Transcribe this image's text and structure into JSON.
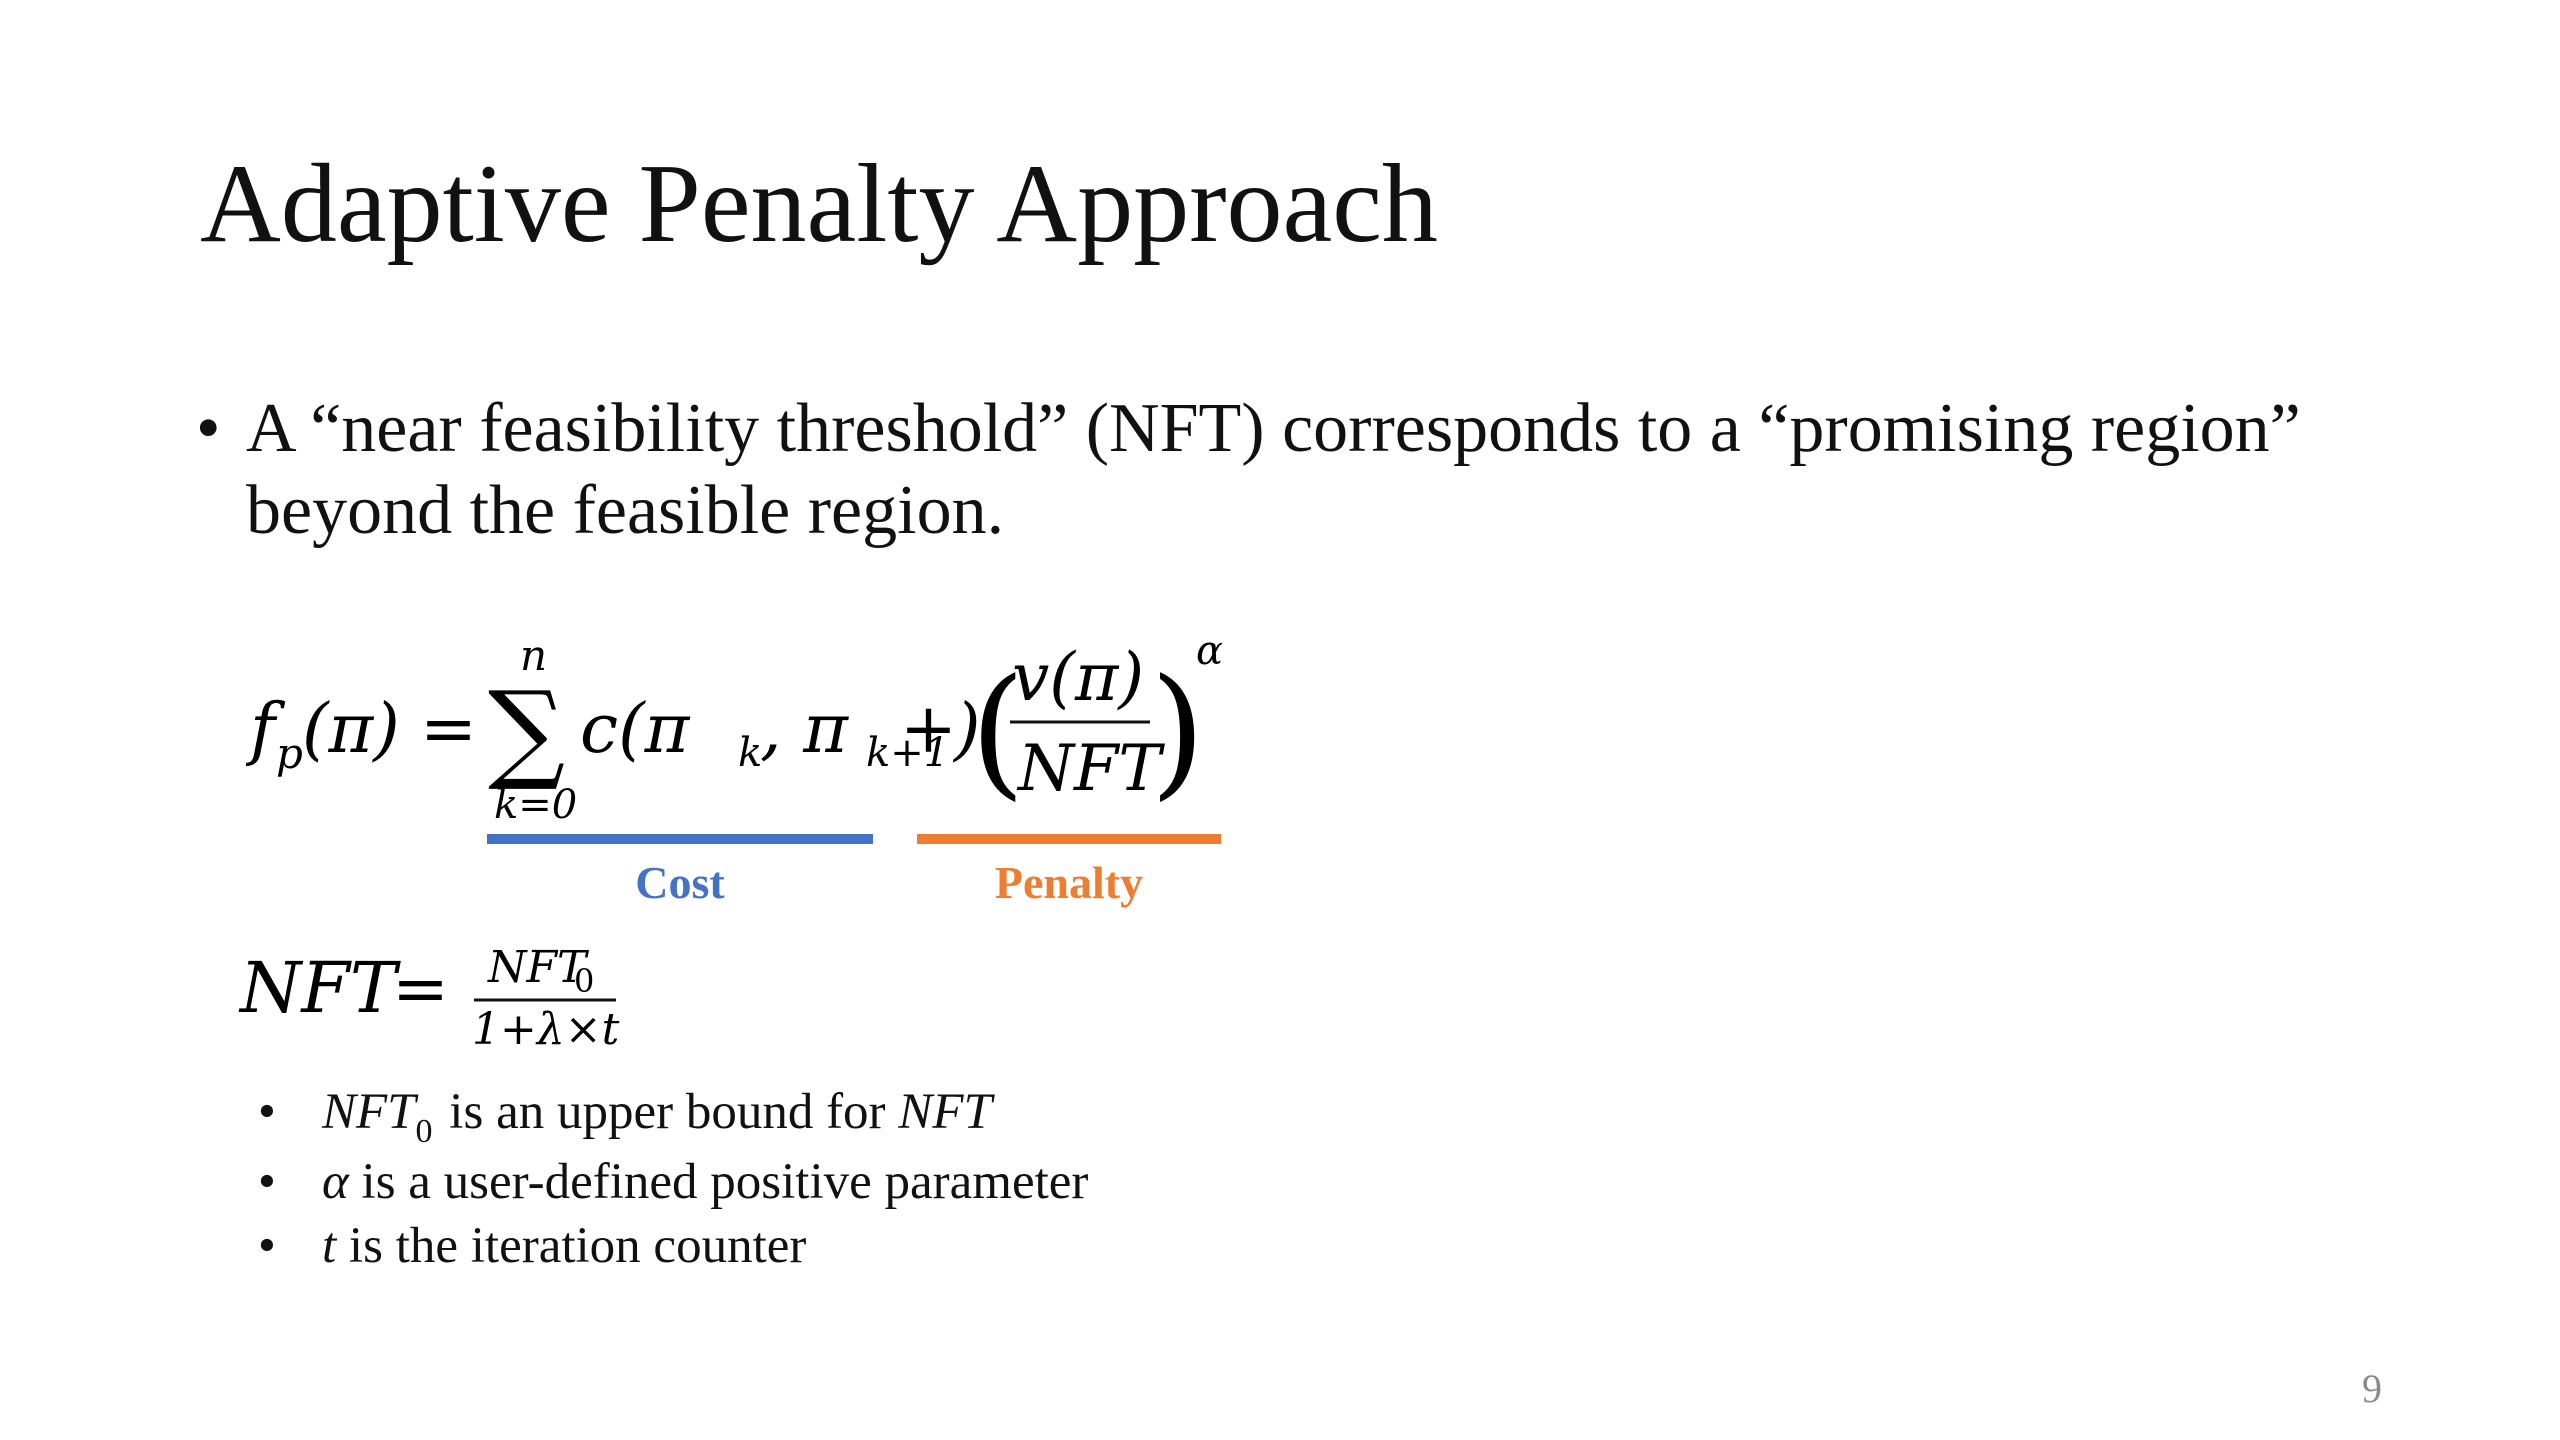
{
  "slide": {
    "title": "Adaptive Penalty Approach",
    "page_number": "9"
  },
  "main_bullet": {
    "marker": "•",
    "text": "A “near feasibility threshold” (NFT) corresponds to a “promising region” beyond the feasible region."
  },
  "formula1": {
    "lhs_f": "f",
    "lhs_sub": "p",
    "lhs_arg": "(π)",
    "equals": "=",
    "sum_symbol": "∑",
    "sum_upper": "n",
    "sum_lower": "k=0",
    "cost_term": "c(π",
    "cost_sub_k": "k",
    "cost_comma": ", π",
    "cost_sub_k1": "k+1",
    "cost_close": ")",
    "plus": "+",
    "paren_open": "(",
    "paren_close": ")",
    "frac_num": "v(π)",
    "frac_den": "NFT",
    "exponent": "α",
    "annotations": {
      "cost_label": "Cost",
      "penalty_label": "Penalty"
    }
  },
  "formula2": {
    "lhs": "NFT",
    "equals": "=",
    "num_main": "NFT",
    "num_sub": "0",
    "denominator": "1+λ×t"
  },
  "sub_bullets": [
    {
      "marker": "•",
      "symbol": "NFT",
      "symbol_sub": "0",
      "rest": " is an upper bound for ",
      "trailing_italic": "NFT"
    },
    {
      "marker": "•",
      "symbol": "α",
      "symbol_sub": "",
      "rest": " is a user-defined positive parameter",
      "trailing_italic": ""
    },
    {
      "marker": "•",
      "symbol": "t",
      "symbol_sub": "",
      "rest": " is the iteration counter",
      "trailing_italic": ""
    }
  ],
  "colors": {
    "cost": "#4472c4",
    "penalty": "#ed7d31",
    "text": "#111111",
    "page_number": "#8a8a8a"
  }
}
